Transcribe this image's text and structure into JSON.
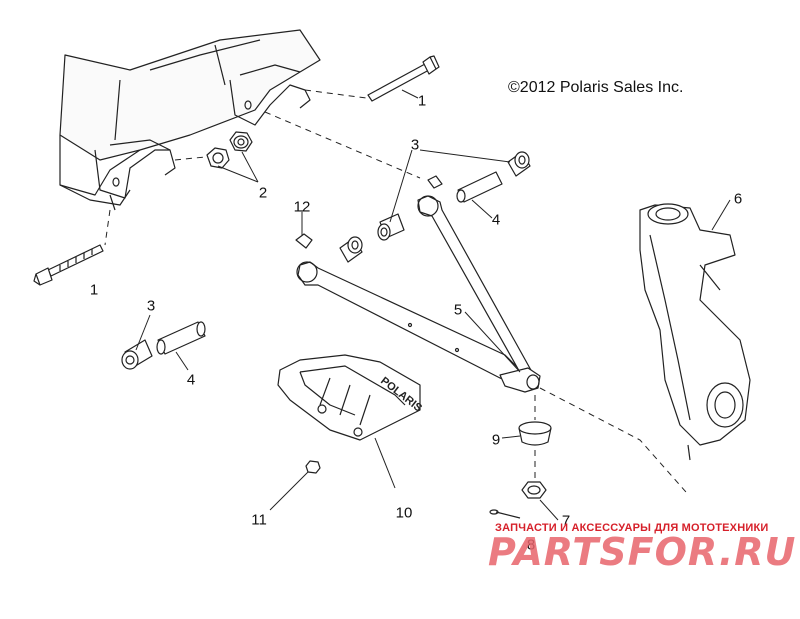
{
  "copyright": "©2012 Polaris Sales Inc.",
  "callouts": {
    "c1_top": "1",
    "c1_left": "1",
    "c2": "2",
    "c3_top": "3",
    "c3_left": "3",
    "c4_right": "4",
    "c4_left": "4",
    "c5": "5",
    "c6": "6",
    "c7": "7",
    "c8": "8",
    "c9": "9",
    "c10": "10",
    "c11": "11",
    "c12": "12"
  },
  "guard_logo_text": "POLARIS",
  "watermark": {
    "tagline": "ЗАПЧАСТИ И АКСЕССУАРЫ ДЛЯ МОТОТЕХНИКИ",
    "logo": "PARTSFOR.RU"
  },
  "colors": {
    "line": "#222222",
    "watermark": "#e8646c"
  }
}
